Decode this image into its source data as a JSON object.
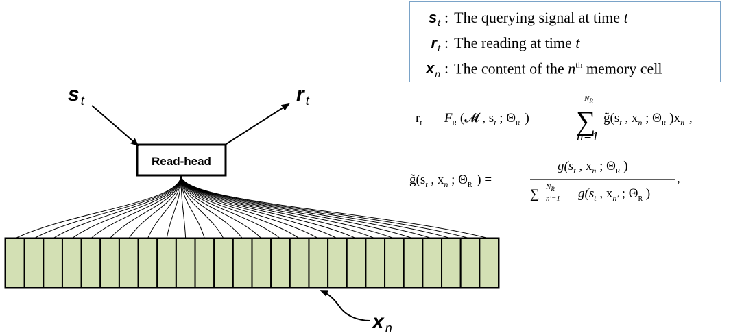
{
  "legend": {
    "items": [
      {
        "symbol": "s",
        "sub": "t",
        "text": "The querying signal at time ",
        "italic": "t"
      },
      {
        "symbol": "r",
        "sub": "t",
        "text": "The reading at time ",
        "italic": "t"
      },
      {
        "symbol": "x",
        "sub": "n",
        "text_a": "The content of the ",
        "italic": "n",
        "sup": "th",
        "text_b": " memory cell"
      }
    ]
  },
  "diagram": {
    "input_label": "s",
    "input_sub": "t",
    "output_label": "r",
    "output_sub": "t",
    "memory_label": "x",
    "memory_sub": "n",
    "read_head": "Read-head",
    "cell_count": 26,
    "cell_color": "#d3e0b4"
  },
  "equations": {
    "eq1": {
      "lhs": "r",
      "lhs_sub": "t",
      "eq": "=",
      "F": "F",
      "F_sub": "R",
      "args": "(𝓜 , s",
      "args_sub": "t",
      "args2": "; Θ",
      "args2_sub": "R",
      "close": ") =",
      "sum": "∑",
      "sum_top": "N",
      "sum_top_sub": "R",
      "sum_bottom": "n=1",
      "term": "g̃(s",
      "term_sub": "t",
      "term2": ", x",
      "term2_sub": "n",
      "term3": "; Θ",
      "term3_sub": "R",
      "term4": ")x",
      "term4_sub": "n",
      "tail": ","
    },
    "eq2": {
      "lhs": "g̃(s",
      "lhs_sub1": "t",
      "lhs2": ", x",
      "lhs_sub2": "n",
      "lhs3": "; Θ",
      "lhs_sub3": "R",
      "lhs4": ") =",
      "num": "g(s",
      "num_sub1": "t",
      "num2": ", x",
      "num_sub2": "n",
      "num3": "; Θ",
      "num_sub3": "R",
      "num4": ")",
      "den_sum": "∑",
      "den_top": "N",
      "den_top_sub": "R",
      "den_bottom": "n′=1",
      "den": "g(s",
      "den_sub1": "t",
      "den2": ", x",
      "den_sub2": "n′",
      "den3": "; Θ",
      "den_sub3": "R",
      "den4": ")",
      "tail": ","
    }
  }
}
